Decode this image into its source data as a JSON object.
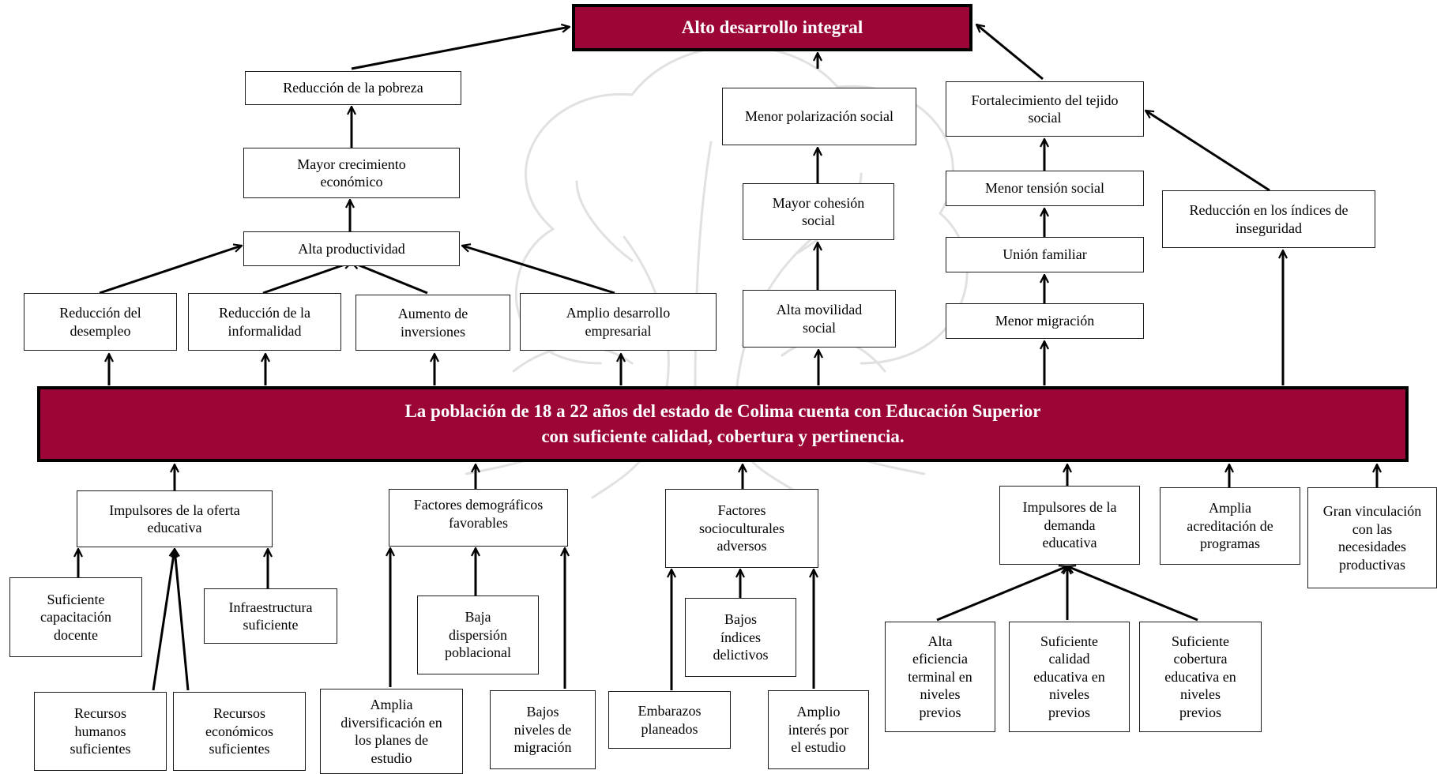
{
  "colors": {
    "accent": "#9b0636",
    "line": "#000000",
    "watermark": "#e1e1e1"
  },
  "diagram": {
    "goal": "Alto desarrollo integral",
    "central_problem": "La población de 18 a 22 años del estado de Colima cuenta con Educación Superior\ncon suficiente calidad, cobertura y pertinencia.",
    "effects": {
      "reduccion_pobreza": "Reducción de la pobreza",
      "mayor_crecimiento": "Mayor crecimiento\neconómico",
      "alta_productividad": "Alta productividad",
      "reduccion_desempleo": "Reducción del\ndesempleo",
      "reduccion_informalidad": "Reducción de la\ninformalidad",
      "aumento_inversiones": "Aumento de\ninversiones",
      "amplio_desarrollo": "Amplio desarrollo\nempresarial",
      "menor_polarizacion": "Menor polarización social",
      "mayor_cohesion": "Mayor cohesión\nsocial",
      "alta_movilidad": "Alta movilidad\nsocial",
      "fortalecimiento_tejido": "Fortalecimiento del tejido\nsocial",
      "menor_tension": "Menor tensión social",
      "union_familiar": "Unión familiar",
      "menor_migracion": "Menor migración",
      "reduccion_inseguridad": "Reducción en los índices de\ninseguridad"
    },
    "causes": {
      "impulsores_oferta": "Impulsores de la oferta\neducativa",
      "capacitacion_docente": "Suficiente\ncapacitación\ndocente",
      "infraestructura": "Infraestructura\nsuficiente",
      "recursos_humanos": "Recursos\nhumanos\nsuficientes",
      "recursos_economicos": "Recursos\neconómicos\nsuficientes",
      "factores_demograficos": "Factores demográficos\nfavorables",
      "baja_dispersion": "Baja\ndispersión\npoblacional",
      "amplia_diversificacion": "Amplia\ndiversificación en\nlos planes de\nestudio",
      "bajos_migracion": "Bajos\nniveles de\nmigración",
      "factores_socioculturales": "Factores\nsocioculturales\nadversos",
      "bajos_delictivos": "Bajos\níndices\ndelictivos",
      "embarazos": "Embarazos\nplaneados",
      "amplio_interes": "Amplio\ninterés por\nel estudio",
      "impulsores_demanda": "Impulsores de la\ndemanda\neducativa",
      "alta_eficiencia": "Alta\neficiencia\nterminal en\nniveles\nprevios",
      "suficiente_calidad": "Suficiente\ncalidad\neducativa en\nniveles\nprevios",
      "suficiente_cobertura": "Suficiente\ncobertura\neducativa en\nniveles\nprevios",
      "amplia_acreditacion": "Amplia\nacreditación de\nprogramas",
      "gran_vinculacion": "Gran vinculación\ncon las\nnecesidades\nproductivas"
    }
  }
}
